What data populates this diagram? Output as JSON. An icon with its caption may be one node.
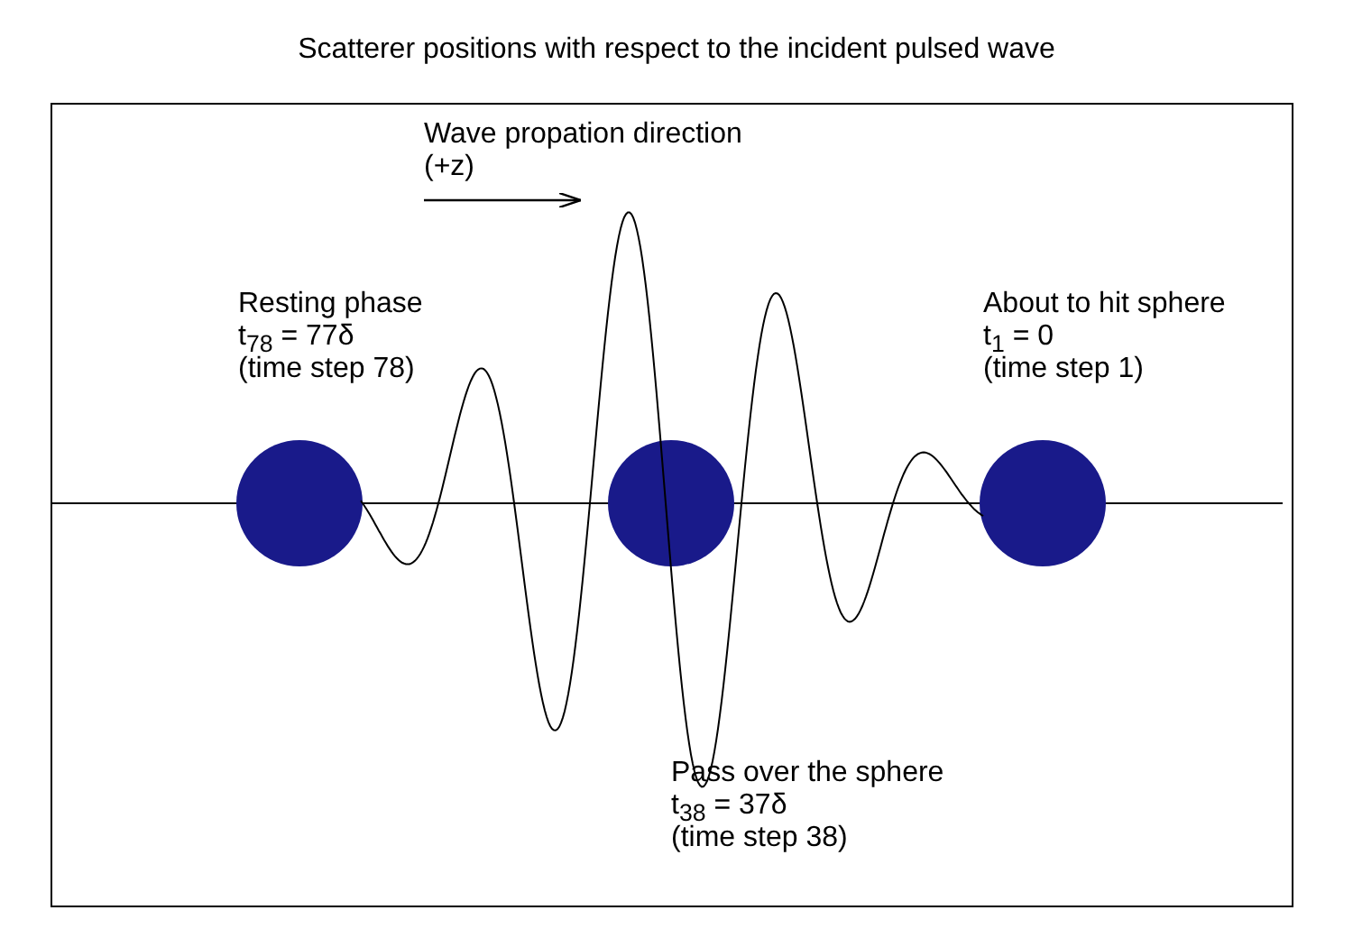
{
  "diagram": {
    "title": "Scatterer positions with respect to the incident pulsed wave",
    "nodes": [
      {
        "text": [],
        "shape": "circle",
        "beside": [
          "Resting phase",
          "t$_{78}$ = 77δ",
          "(time step 78)"
        ]
      },
      {
        "text": [],
        "shape": "circle",
        "beside": [
          "Pass over the sphere",
          "t$_{38}$ = 37δ",
          "(time step 38)"
        ]
      },
      {
        "text": [],
        "shape": "circle",
        "beside": [
          "About to hit sphere",
          "t$_{1}$ = 0",
          "(time step 1)"
        ]
      }
    ],
    "labels": [
      "Wave propation direction",
      "(+z)"
    ]
  }
}
